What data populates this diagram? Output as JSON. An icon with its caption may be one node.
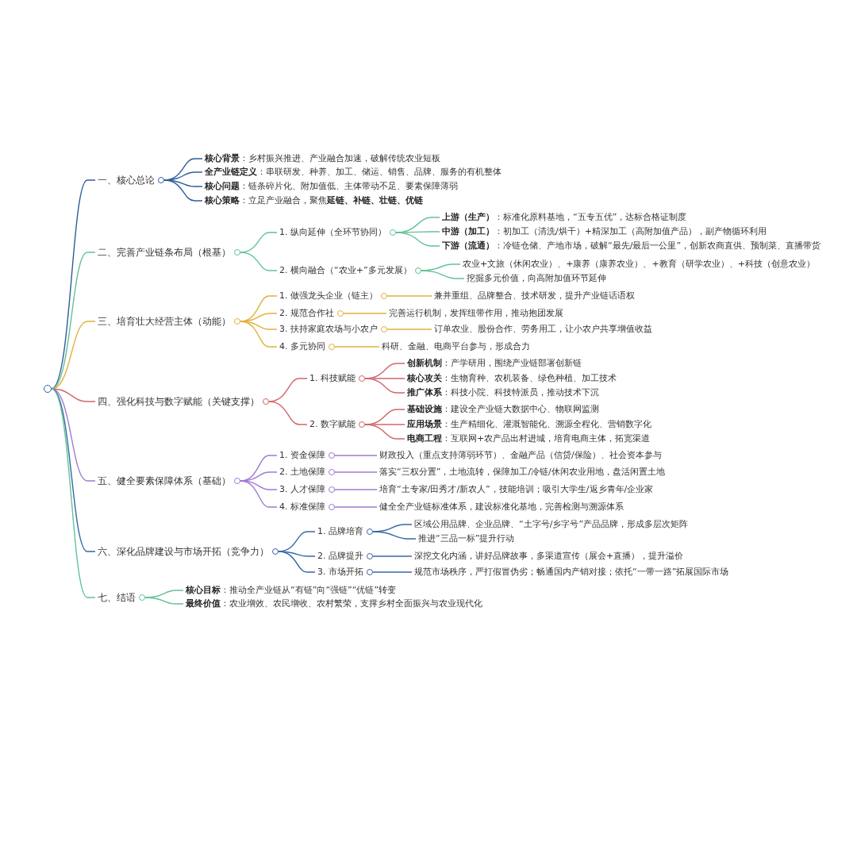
{
  "diagram": {
    "nodes": [
      {
        "text": [],
        "shape": "circle"
      },
      {
        "text": [
          "一、核心总论"
        ]
      },
      {
        "text": [
          "**核心背景**：乡村振兴推进、产业融合加速，破解传统农业短板"
        ]
      },
      {
        "text": [
          "**全产业链定义**：串联研发、种养、加工、储运、销售、品牌、服务的有机整体"
        ]
      },
      {
        "text": [
          "**核心问题**：链条碎片化、附加值低、主体带动不足、要素保障薄弱"
        ]
      },
      {
        "text": [
          "**核心策略**：立足产业融合，聚焦**延链、补链、壮链、优链**"
        ]
      },
      {
        "text": [
          "二、完善产业链条布局（根基）"
        ]
      },
      {
        "text": [
          "1. 纵向延伸（全环节协同）"
        ]
      },
      {
        "text": [
          "**上游（生产）**：标准化原料基地，“五专五优”，达标合格证制度"
        ]
      },
      {
        "text": [
          "**中游（加工）**：初加工（清洗/烘干）+精深加工（高附加值产品），副产物循环利用"
        ]
      },
      {
        "text": [
          "**下游（流通）**：冷链仓储、产地市场，破解“最先/最后一公里”，创新农商直供、预制菜、直播带货"
        ]
      },
      {
        "text": [
          "2. 横向融合（“农业+”多元发展）"
        ]
      },
      {
        "text": [
          "农业+文旅（休闲农业）、+康养（康养农业）、+教育（研学农业）、+科技（创意农业）"
        ]
      },
      {
        "text": [
          "挖掘多元价值，向高附加值环节延伸"
        ]
      },
      {
        "text": [
          "三、培育壮大经营主体（动能）"
        ]
      },
      {
        "text": [
          "1. 做强龙头企业（链主）"
        ]
      },
      {
        "text": [
          "兼并重组、品牌整合、技术研发，提升产业链话语权"
        ]
      },
      {
        "text": [
          "2. 规范合作社"
        ]
      },
      {
        "text": [
          "完善运行机制，发挥纽带作用，推动抱团发展"
        ]
      },
      {
        "text": [
          "3. 扶持家庭农场与小农户"
        ]
      },
      {
        "text": [
          "订单农业、股份合作、劳务用工，让小农户共享增值收益"
        ]
      },
      {
        "text": [
          "4. 多元协同"
        ]
      },
      {
        "text": [
          "科研、金融、电商平台参与，形成合力"
        ]
      },
      {
        "text": [
          "四、强化科技与数字赋能（关键支撑）"
        ]
      },
      {
        "text": [
          "1. 科技赋能"
        ]
      },
      {
        "text": [
          "**创新机制**：产学研用，围绕产业链部署创新链"
        ]
      },
      {
        "text": [
          "**核心攻关**：生物育种、农机装备、绿色种植、加工技术"
        ]
      },
      {
        "text": [
          "**推广体系**：科技小院、科技特派员，推动技术下沉"
        ]
      },
      {
        "text": [
          "2. 数字赋能"
        ]
      },
      {
        "text": [
          "**基础设施**：建设全产业链大数据中心、物联网监测"
        ]
      },
      {
        "text": [
          "**应用场景**：生产精细化、灌溉智能化、溯源全程化、营销数字化"
        ]
      },
      {
        "text": [
          "**电商工程**：互联网+农产品出村进城，培育电商主体，拓宽渠道"
        ]
      },
      {
        "text": [
          "五、健全要素保障体系（基础）"
        ]
      },
      {
        "text": [
          "1. 资金保障"
        ]
      },
      {
        "text": [
          "财政投入（重点支持薄弱环节）、金融产品（信贷/保险）、社会资本参与"
        ]
      },
      {
        "text": [
          "2. 土地保障"
        ]
      },
      {
        "text": [
          "落实“三权分置”，土地流转，保障加工/冷链/休闲农业用地，盘活闲置土地"
        ]
      },
      {
        "text": [
          "3. 人才保障"
        ]
      },
      {
        "text": [
          "培育“土专家/田秀才/新农人”，技能培训；吸引大学生/返乡青年/企业家"
        ]
      },
      {
        "text": [
          "4. 标准保障"
        ]
      },
      {
        "text": [
          "健全全产业链标准体系，建设标准化基地，完善检测与溯源体系"
        ]
      },
      {
        "text": [
          "六、深化品牌建设与市场开拓（竞争力）"
        ]
      },
      {
        "text": [
          "1. 品牌培育"
        ]
      },
      {
        "text": [
          "区域公用品牌、企业品牌、“土字号/乡字号”产品品牌，形成多层次矩阵"
        ]
      },
      {
        "text": [
          "推进“三品一标”提升行动"
        ]
      },
      {
        "text": [
          "2. 品牌提升"
        ]
      },
      {
        "text": [
          "深挖文化内涵，讲好品牌故事，多渠道宣传（展会+直播），提升溢价"
        ]
      },
      {
        "text": [
          "3. 市场开拓"
        ]
      },
      {
        "text": [
          "规范市场秩序，严打假冒伪劣；畅通国内产销对接；依托“一带一路”拓展国际市场"
        ]
      },
      {
        "text": [
          "七、结语"
        ]
      },
      {
        "text": [
          "**核心目标**：推动全产业链从“有链”向“强链”“优链”转变"
        ]
      },
      {
        "text": [
          "**最终价值**：农业增效、农民增收、农村繁荣，支撑乡村全面振兴与农业现代化"
        ]
      }
    ],
    "edges": [
      {
        "from": 0,
        "to": 1,
        "arrow": "none",
        "color": "#2e5d9c"
      },
      {
        "from": 0,
        "to": 6,
        "arrow": "none",
        "color": "#62c296"
      },
      {
        "from": 0,
        "to": 14,
        "arrow": "none",
        "color": "#e2b23a"
      },
      {
        "from": 0,
        "to": 23,
        "arrow": "none",
        "color": "#d0666a"
      },
      {
        "from": 0,
        "to": 32,
        "arrow": "none",
        "color": "#a07ad0"
      },
      {
        "from": 0,
        "to": 41,
        "arrow": "none",
        "color": "#3767a8"
      },
      {
        "from": 0,
        "to": 49,
        "arrow": "none",
        "color": "#62c296"
      },
      {
        "from": 1,
        "to": 2,
        "arrow": "none",
        "color": "#2e5d9c"
      },
      {
        "from": 1,
        "to": 3,
        "arrow": "none",
        "color": "#2e5d9c"
      },
      {
        "from": 1,
        "to": 4,
        "arrow": "none",
        "color": "#2e5d9c"
      },
      {
        "from": 1,
        "to": 5,
        "arrow": "none",
        "color": "#2e5d9c"
      },
      {
        "from": 6,
        "to": 7,
        "arrow": "none",
        "color": "#62c296"
      },
      {
        "from": 6,
        "to": 11,
        "arrow": "none",
        "color": "#62c296"
      },
      {
        "from": 7,
        "to": 8,
        "arrow": "none",
        "color": "#62c296"
      },
      {
        "from": 7,
        "to": 9,
        "arrow": "none",
        "color": "#62c296"
      },
      {
        "from": 7,
        "to": 10,
        "arrow": "none",
        "color": "#62c296"
      },
      {
        "from": 11,
        "to": 12,
        "arrow": "none",
        "color": "#62c296"
      },
      {
        "from": 11,
        "to": 13,
        "arrow": "none",
        "color": "#62c296"
      },
      {
        "from": 14,
        "to": 15,
        "arrow": "none",
        "color": "#e2b23a"
      },
      {
        "from": 14,
        "to": 17,
        "arrow": "none",
        "color": "#e2b23a"
      },
      {
        "from": 14,
        "to": 19,
        "arrow": "none",
        "color": "#e2b23a"
      },
      {
        "from": 14,
        "to": 21,
        "arrow": "none",
        "color": "#e2b23a"
      },
      {
        "from": 15,
        "to": 16,
        "arrow": "none",
        "color": "#e2b23a"
      },
      {
        "from": 17,
        "to": 18,
        "arrow": "none",
        "color": "#e2b23a"
      },
      {
        "from": 19,
        "to": 20,
        "arrow": "none",
        "color": "#e2b23a"
      },
      {
        "from": 21,
        "to": 22,
        "arrow": "none",
        "color": "#e2b23a"
      },
      {
        "from": 23,
        "to": 24,
        "arrow": "none",
        "color": "#d0666a"
      },
      {
        "from": 23,
        "to": 28,
        "arrow": "none",
        "color": "#d0666a"
      },
      {
        "from": 24,
        "to": 25,
        "arrow": "none",
        "color": "#d0666a"
      },
      {
        "from": 24,
        "to": 26,
        "arrow": "none",
        "color": "#d0666a"
      },
      {
        "from": 24,
        "to": 27,
        "arrow": "none",
        "color": "#d0666a"
      },
      {
        "from": 28,
        "to": 29,
        "arrow": "none",
        "color": "#d0666a"
      },
      {
        "from": 28,
        "to": 30,
        "arrow": "none",
        "color": "#d0666a"
      },
      {
        "from": 28,
        "to": 31,
        "arrow": "none",
        "color": "#d0666a"
      },
      {
        "from": 32,
        "to": 33,
        "arrow": "none",
        "color": "#a07ad0"
      },
      {
        "from": 32,
        "to": 35,
        "arrow": "none",
        "color": "#a07ad0"
      },
      {
        "from": 32,
        "to": 37,
        "arrow": "none",
        "color": "#a07ad0"
      },
      {
        "from": 32,
        "to": 39,
        "arrow": "none",
        "color": "#a07ad0"
      },
      {
        "from": 33,
        "to": 34,
        "arrow": "none",
        "color": "#a07ad0"
      },
      {
        "from": 35,
        "to": 36,
        "arrow": "none",
        "color": "#a07ad0"
      },
      {
        "from": 37,
        "to": 38,
        "arrow": "none",
        "color": "#a07ad0"
      },
      {
        "from": 39,
        "to": 40,
        "arrow": "none",
        "color": "#a07ad0"
      },
      {
        "from": 41,
        "to": 42,
        "arrow": "none",
        "color": "#3767a8"
      },
      {
        "from": 41,
        "to": 45,
        "arrow": "none",
        "color": "#3767a8"
      },
      {
        "from": 41,
        "to": 47,
        "arrow": "none",
        "color": "#3767a8"
      },
      {
        "from": 42,
        "to": 43,
        "arrow": "none",
        "color": "#3767a8"
      },
      {
        "from": 42,
        "to": 44,
        "arrow": "none",
        "color": "#3767a8"
      },
      {
        "from": 45,
        "to": 46,
        "arrow": "none",
        "color": "#3767a8"
      },
      {
        "from": 47,
        "to": 48,
        "arrow": "none",
        "color": "#3767a8"
      },
      {
        "from": 49,
        "to": 50,
        "arrow": "none",
        "color": "#62c296"
      },
      {
        "from": 49,
        "to": 51,
        "arrow": "none",
        "color": "#62c296"
      }
    ]
  }
}
